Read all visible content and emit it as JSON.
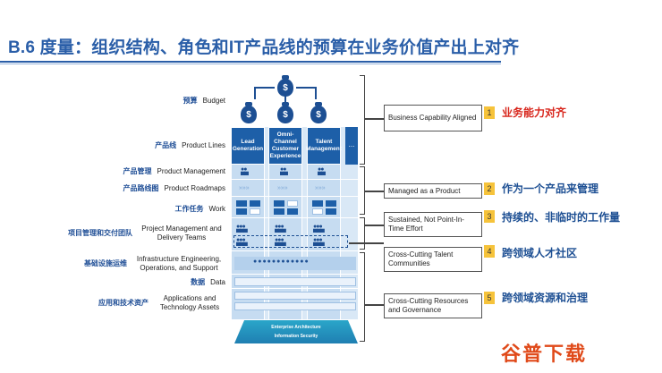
{
  "title": "B.6 度量：组织结构、角色和IT产品线的预算在业务价值产出上对齐",
  "budget": {
    "cn": "预算",
    "en": "Budget",
    "symbol": "$"
  },
  "product_lines": {
    "cn": "产品线",
    "en": "Product Lines",
    "columns": [
      {
        "label": "Lead Generation"
      },
      {
        "label": "Omni-Channel Customer Experience"
      },
      {
        "label": "Talent Management"
      },
      {
        "label": "..."
      }
    ]
  },
  "rows": [
    {
      "cn": "产品管理",
      "en": "Product Management"
    },
    {
      "cn": "产品路线图",
      "en": "Product Roadmaps"
    },
    {
      "cn": "工作任务",
      "en": "Work"
    },
    {
      "cn": "项目管理和交付团队",
      "en": "Project Management and Delivery Teams"
    },
    {
      "cn": "基础设施运维",
      "en": "Infrastructure Engineering, Operations, and Support"
    },
    {
      "cn": "数据",
      "en": "Data"
    },
    {
      "cn": "应用和技术资产",
      "en": "Applications and Technology Assets"
    }
  ],
  "base": {
    "line1": "Enterprise Architecture",
    "line2": "Information Security"
  },
  "items": [
    {
      "num": "1",
      "en": "Business Capability Aligned",
      "cn": "业务能力对齐",
      "cn_color": "#d8261c"
    },
    {
      "num": "2",
      "en": "Managed as a Product",
      "cn": "作为一个产品来管理",
      "cn_color": "#1d4f93"
    },
    {
      "num": "3",
      "en": "Sustained, Not Point-In-Time Effort",
      "cn": "持续的、非临时的工作量",
      "cn_color": "#1d4f93"
    },
    {
      "num": "4",
      "en": "Cross-Cutting Talent Communities",
      "cn": "跨领域人才社区",
      "cn_color": "#1d4f93"
    },
    {
      "num": "5",
      "en": "Cross-Cutting Resources and Governance",
      "cn": "跨领域资源和治理",
      "cn_color": "#1d4f93"
    }
  ],
  "watermark": "谷普下载"
}
